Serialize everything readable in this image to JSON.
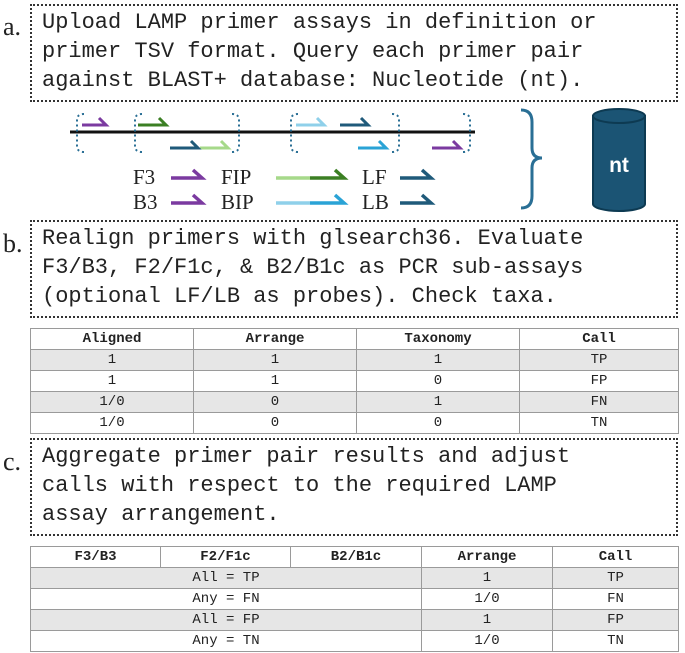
{
  "steps": {
    "a": {
      "marker": "a.",
      "lines": [
        "Upload LAMP primer assays in definition or",
        "primer TSV format. Query each primer pair",
        "against BLAST+ database: Nucleotide (nt)."
      ]
    },
    "b": {
      "marker": "b.",
      "lines": [
        "Realign primers with glsearch36. Evaluate",
        "F3/B3, F2/F1c, & B2/B1c as PCR sub-assays",
        "(optional LF/LB as probes). Check taxa."
      ]
    },
    "c": {
      "marker": "c.",
      "lines": [
        "Aggregate primer pair results and adjust",
        "calls with respect to the required LAMP",
        "assay arrangement."
      ]
    }
  },
  "diagram": {
    "legend": {
      "F3": "F3",
      "B3": "B3",
      "FIP": "FIP",
      "BIP": "BIP",
      "LF": "LF",
      "LB": "LB"
    },
    "database_label": "nt",
    "colors": {
      "purple": "#7b3aa0",
      "dark_green": "#3b7f23",
      "light_green": "#a6d98a",
      "dark_blue": "#1f5a7a",
      "light_blue": "#8fd0ea",
      "mid_blue": "#2aa3d6",
      "bracket_blue": "#2a6f95",
      "cylinder": "#1b5474"
    }
  },
  "table_b": {
    "headers": [
      "Aligned",
      "Arrange",
      "Taxonomy",
      "Call"
    ],
    "rows": [
      [
        "1",
        "1",
        "1",
        "TP"
      ],
      [
        "1",
        "1",
        "0",
        "FP"
      ],
      [
        "1/0",
        "0",
        "1",
        "FN"
      ],
      [
        "1/0",
        "0",
        "0",
        "TN"
      ]
    ]
  },
  "table_c": {
    "headers": [
      "F3/B3",
      "F2/F1c",
      "B2/B1c",
      "Arrange",
      "Call"
    ],
    "rows": [
      [
        "All = TP",
        "1",
        "TP"
      ],
      [
        "Any = FN",
        "1/0",
        "FN"
      ],
      [
        "All = FP",
        "1",
        "FP"
      ],
      [
        "Any = TN",
        "1/0",
        "TN"
      ]
    ]
  }
}
